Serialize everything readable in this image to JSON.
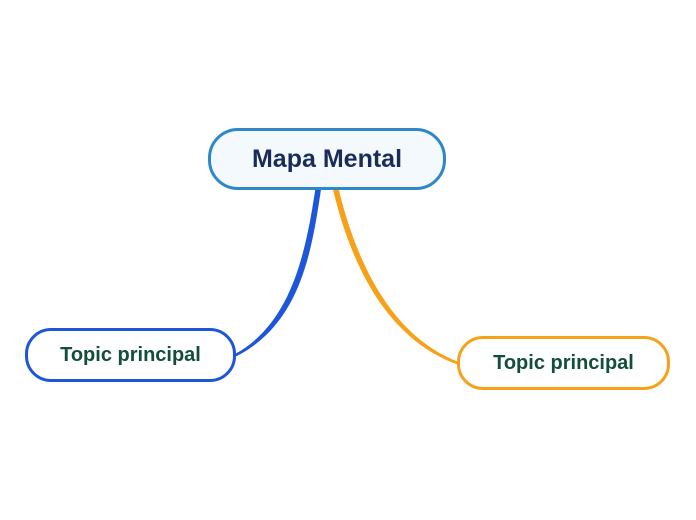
{
  "canvas": {
    "background": "#ffffff"
  },
  "colors": {
    "canvas_bg": "#ffffff",
    "root_border": "#2d87c9",
    "root_fill": "#f3f9fc",
    "root_text": "#1a2b5a",
    "branch_blue": "#1d56d8",
    "branch_orange": "#f7a11a",
    "topic_text": "#134e3a",
    "node_fill": "#ffffff"
  },
  "mindmap": {
    "root": {
      "label": "Mapa Mental"
    },
    "branches": [
      {
        "label": "Topic principal",
        "side": "left",
        "color": "#1d56d8"
      },
      {
        "label": "Topic principal",
        "side": "right",
        "color": "#f7a11a"
      }
    ]
  }
}
